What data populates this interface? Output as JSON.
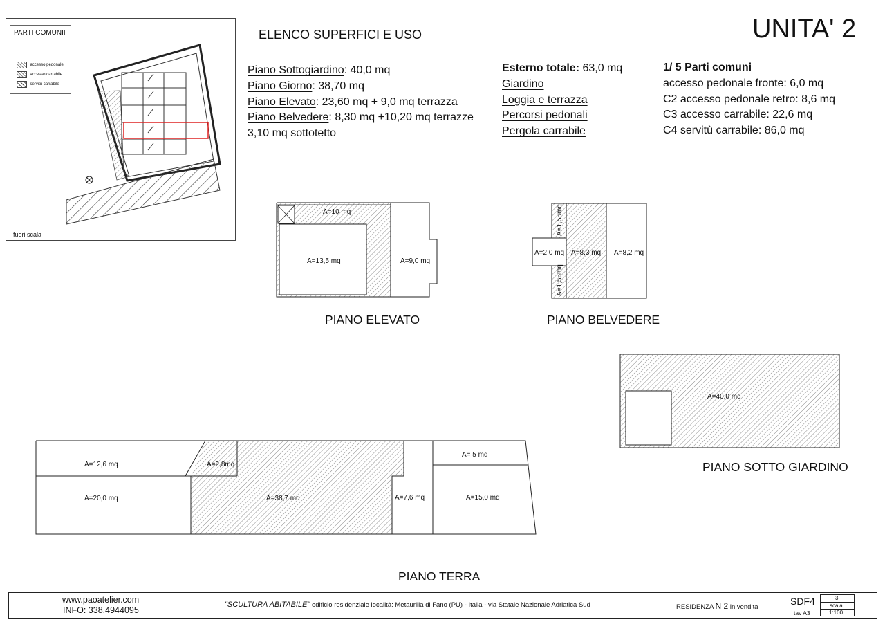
{
  "header": {
    "list_title": "ELENCO SUPERFICI E USO",
    "unit_title": "UNITA' 2"
  },
  "floors_list": [
    {
      "name": "Piano Sottogiardino",
      "value": ": 40,0 mq"
    },
    {
      "name": "Piano Giorno",
      "value": ": 38,70 mq"
    },
    {
      "name": "Piano Elevato",
      "value": ": 23,60 mq  + 9,0 mq terrazza"
    },
    {
      "name": "Piano Belvedere",
      "value": ":  8,30 mq +10,20 mq terrazze"
    }
  ],
  "floors_extra": "3,10 mq sottotetto",
  "external": {
    "label": "Esterno totale:",
    "value": " 63,0 mq",
    "items": [
      "Giardino",
      "Loggia e terrazza",
      "Percorsi pedonali",
      "Pergola carrabile"
    ]
  },
  "common": {
    "title": "1/ 5 Parti comuni",
    "items": [
      " accesso pedonale fronte: 6,0 mq",
      "C2 accesso pedonale retro: 8,6 mq",
      "C3 accesso carrabile: 22,6 mq",
      "C4 servitù carrabile: 86,0 mq"
    ]
  },
  "key_map": {
    "title": "PARTI COMUNII",
    "legend": [
      "accesso pedonale",
      "accesso carrabile",
      "servitù carrabile"
    ],
    "scale_note": "fuori scala"
  },
  "plans": {
    "elevato": {
      "label": "PIANO ELEVATO",
      "areas": [
        "A=10 mq",
        "A=13,5 mq",
        "A=9,0 mq"
      ]
    },
    "belvedere": {
      "label": "PIANO BELVEDERE",
      "areas": [
        "A=1,55mq",
        "A=2,0 mq",
        "A=8,3 mq",
        "A=8,2 mq",
        "A=1,55mq"
      ]
    },
    "sotto_giardino": {
      "label": "PIANO SOTTO GIARDINO",
      "areas": [
        "A=40,0 mq"
      ]
    },
    "terra": {
      "label": "PIANO TERRA",
      "areas": [
        "A=12,6 mq",
        "A=2,8mq",
        "A= 5 mq",
        "A=20,0 mq",
        "A=38,7 mq",
        "A=7,6 mq",
        "A=15,0 mq"
      ]
    }
  },
  "footer": {
    "website": "www.paoatelier.com",
    "info": "INFO:  338.4944095",
    "project_name": "\"SCULTURA ABITABILE\"",
    "project_desc": " edificio residenziale località: Metaurilia di Fano (PU)  - Italia   -  via Statale Nazionale Adriatica Sud",
    "residence_prefix": "RESIDENZA ",
    "residence_number": "N 2",
    "residence_suffix": "  in vendita",
    "code": "SDF4",
    "sheet": "tav A3",
    "sheet_number": "3",
    "scale_label": "scala",
    "scale_value": "1:100"
  }
}
